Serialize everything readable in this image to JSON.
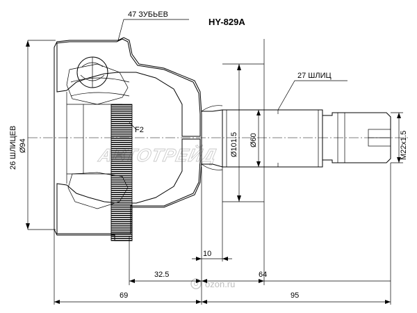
{
  "title": "HY-829A",
  "labels": {
    "teeth": "47 ЗУБЬЕВ",
    "splines_outer": "27 ШЛИЦ",
    "splines_inner": "26 ШЛИЦЕВ",
    "bore_diameter": "Ø94",
    "diameter_101": "Ø101.5",
    "diameter_60": "Ø60",
    "thread": "M22x1.5",
    "f2": "F2",
    "dim_10": "10",
    "dim_32_5": "32.5",
    "dim_64": "64",
    "dim_69": "69",
    "dim_95": "95"
  },
  "watermark": {
    "brand": "АВТОТРЕЙД",
    "site": "ozon.ru"
  }
}
